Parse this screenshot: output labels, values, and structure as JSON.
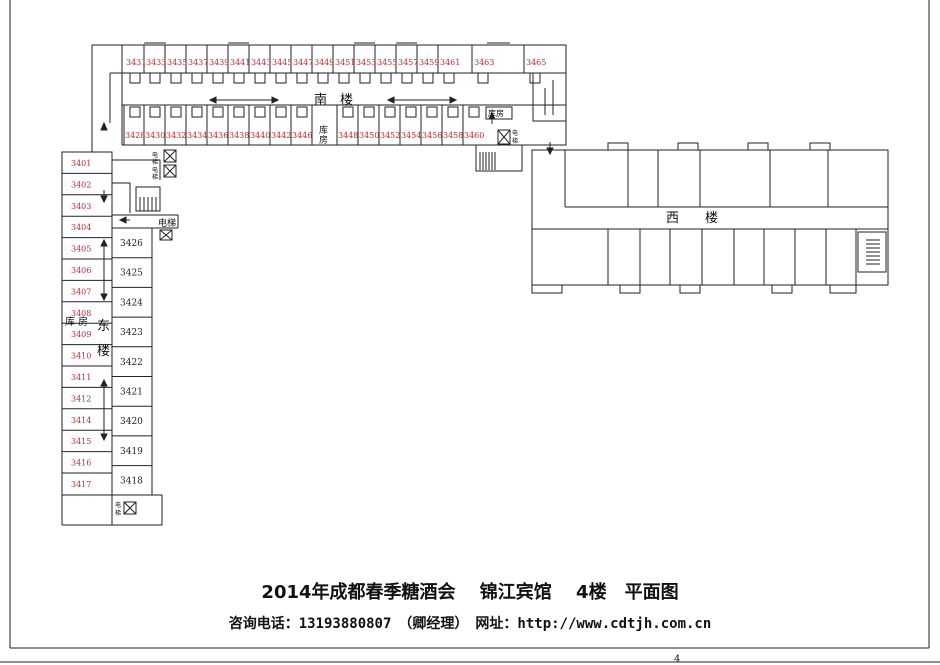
{
  "title": "2014年成都春季糖酒会　 锦江宾馆　 4楼　平面图",
  "contact": "咨询电话：13193880807　（卿经理）　网址：http://www.cdtjh.com.cn",
  "page_number": "4",
  "buildings": {
    "south": "南　楼",
    "east_char1": "东",
    "east_char2": "楼",
    "west": "西　　楼"
  },
  "labels": {
    "storage_south": "库\n房",
    "storage_south_a": "库",
    "storage_south_b": "房",
    "storage_se": "库房",
    "storage_east": "库 房",
    "elevator": "电梯",
    "elevator_a": "电",
    "elevator_b": "梯"
  },
  "rooms": {
    "south_top": [
      "3431",
      "3433",
      "3435",
      "3437",
      "3439",
      "3441",
      "3443",
      "3445",
      "3447",
      "3449",
      "3451",
      "3453",
      "3455",
      "3457",
      "3459",
      "3461",
      "3463",
      "3465"
    ],
    "south_bottom": [
      "3428",
      "3430",
      "3432",
      "3434",
      "3436",
      "3438",
      "3440",
      "3442",
      "3446",
      "3448",
      "3450",
      "3452",
      "3454",
      "3456",
      "3458",
      "3460"
    ],
    "east_left": [
      "3401",
      "3402",
      "3403",
      "3404",
      "3405",
      "3406",
      "3407",
      "3408",
      "3409",
      "3410",
      "3411",
      "3412",
      "3414",
      "3415",
      "3416",
      "3417"
    ],
    "east_right": [
      "3426",
      "3425",
      "3424",
      "3423",
      "3422",
      "3421",
      "3420",
      "3419",
      "3418"
    ]
  }
}
